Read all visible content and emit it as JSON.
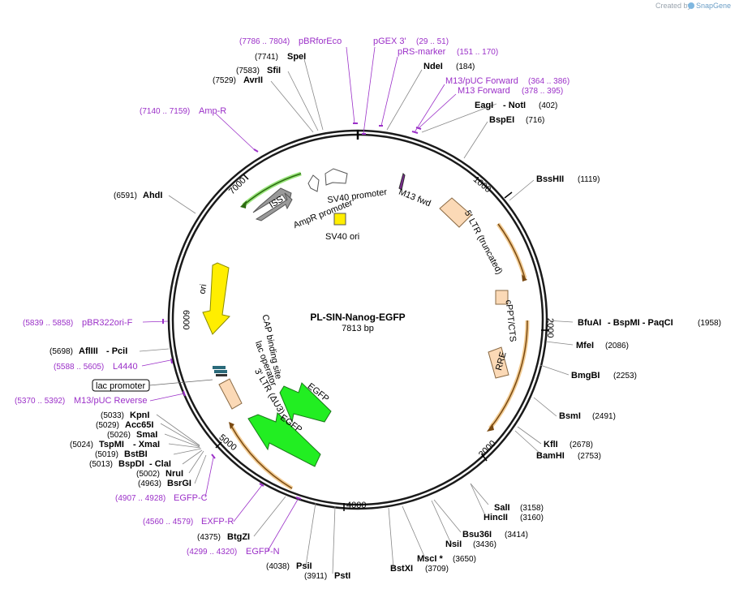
{
  "credit": {
    "prefix": "Created by",
    "brand": "SnapGene"
  },
  "plasmid": {
    "name": "PL-SIN-Nanog-EGFP",
    "length": "7813 bp"
  },
  "ruler": {
    "ticks": [
      "1000",
      "2000",
      "3000",
      "4000",
      "5000",
      "7000",
      "6000"
    ]
  },
  "enzymes": [
    {
      "name": "SpeI",
      "pos": "(7741)"
    },
    {
      "name": "SfiI",
      "pos": "(7583)"
    },
    {
      "name": "AvrII",
      "pos": "(7529)"
    },
    {
      "name": "NdeI",
      "pos": "(184)"
    },
    {
      "name": "EagI",
      "sep": "- NotI",
      "pos": "(402)"
    },
    {
      "name": "BspEI",
      "pos": "(716)"
    },
    {
      "name": "BssHII",
      "pos": "(1119)"
    },
    {
      "name": "AhdI",
      "pos": "(6591)"
    },
    {
      "name": "BfuAI",
      "sep": "- BspMI   - PaqCI",
      "pos": "(1958)"
    },
    {
      "name": "MfeI",
      "pos": "(2086)"
    },
    {
      "name": "BmgBI",
      "pos": "(2253)"
    },
    {
      "name": "AflIII",
      "sep": "- PciI",
      "pos": "(5698)"
    },
    {
      "name": "BsmI",
      "pos": "(2491)"
    },
    {
      "name": "KflI",
      "pos": "(2678)"
    },
    {
      "name": "BamHI",
      "pos": "(2753)"
    },
    {
      "name": "KpnI",
      "pos": "(5033)"
    },
    {
      "name": "Acc65I",
      "pos": "(5029)"
    },
    {
      "name": "SmaI",
      "pos": "(5026)"
    },
    {
      "name": "TspMI",
      "sep": "- XmaI",
      "pos": "(5024)"
    },
    {
      "name": "BstBI",
      "pos": "(5019)"
    },
    {
      "name": "BspDI",
      "sep": "- ClaI",
      "pos": "(5013)"
    },
    {
      "name": "NruI",
      "pos": "(5002)"
    },
    {
      "name": "BsrGI",
      "pos": "(4963)"
    },
    {
      "name": "SalI",
      "pos": "(3158)"
    },
    {
      "name": "HincII",
      "pos": "(3160)"
    },
    {
      "name": "Bsu36I",
      "pos": "(3414)"
    },
    {
      "name": "NsiI",
      "pos": "(3436)"
    },
    {
      "name": "MscI *",
      "pos": "(3650)"
    },
    {
      "name": "BstXI",
      "pos": "(3709)"
    },
    {
      "name": "BtgZI",
      "pos": "(4375)"
    },
    {
      "name": "PsiI",
      "pos": "(4038)"
    },
    {
      "name": "PstI",
      "pos": "(3911)"
    }
  ],
  "primers": [
    {
      "name": "pBRforEco",
      "pos": "(7786 .. 7804)"
    },
    {
      "name": "pGEX 3'",
      "pos": "(29 .. 51)"
    },
    {
      "name": "pRS-marker",
      "pos": "(151 .. 170)"
    },
    {
      "name": "M13/pUC Forward",
      "pos": "(364 .. 386)"
    },
    {
      "name": "M13 Forward",
      "pos": "(378 .. 395)"
    },
    {
      "name": "Amp-R",
      "pos": "(7140 .. 7159)"
    },
    {
      "name": "pBR322ori-F",
      "pos": "(5839 .. 5858)"
    },
    {
      "name": "L4440",
      "pos": "(5588 .. 5605)"
    },
    {
      "name": "M13/pUC Reverse",
      "pos": "(5370 .. 5392)"
    },
    {
      "name": "EGFP-C",
      "pos": "(4907 .. 4928)"
    },
    {
      "name": "EXFP-R",
      "pos": "(4560 .. 4579)"
    },
    {
      "name": "EGFP-N",
      "pos": "(4299 .. 4320)"
    }
  ],
  "features": {
    "sv40_promoter": "SV40 promoter",
    "ampr_promoter": "AmpR promoter",
    "sv40_ori": "SV40 ori",
    "m13_fwd": "M13 fwd",
    "five_ltr": "5' LTR (truncated)",
    "cppt": "cPPT/CTS",
    "rre": "RRE",
    "iss": "ISS",
    "ori": "ori",
    "cap": "CAP binding site",
    "lac_operator": "lac operator",
    "three_ltr": "3' LTR (ΔU3)",
    "egfp1": "EGFP",
    "egfp2": "EGFP",
    "lac_promoter": "lac promoter"
  },
  "colors": {
    "backbone": "#1a1a1a",
    "primer": "#9b30c8",
    "egfp": "#22ee22",
    "ori": "#ffee00",
    "ltr": "#fbd9b6",
    "iss": "#999999",
    "orange_arc": "#e8a33c"
  }
}
